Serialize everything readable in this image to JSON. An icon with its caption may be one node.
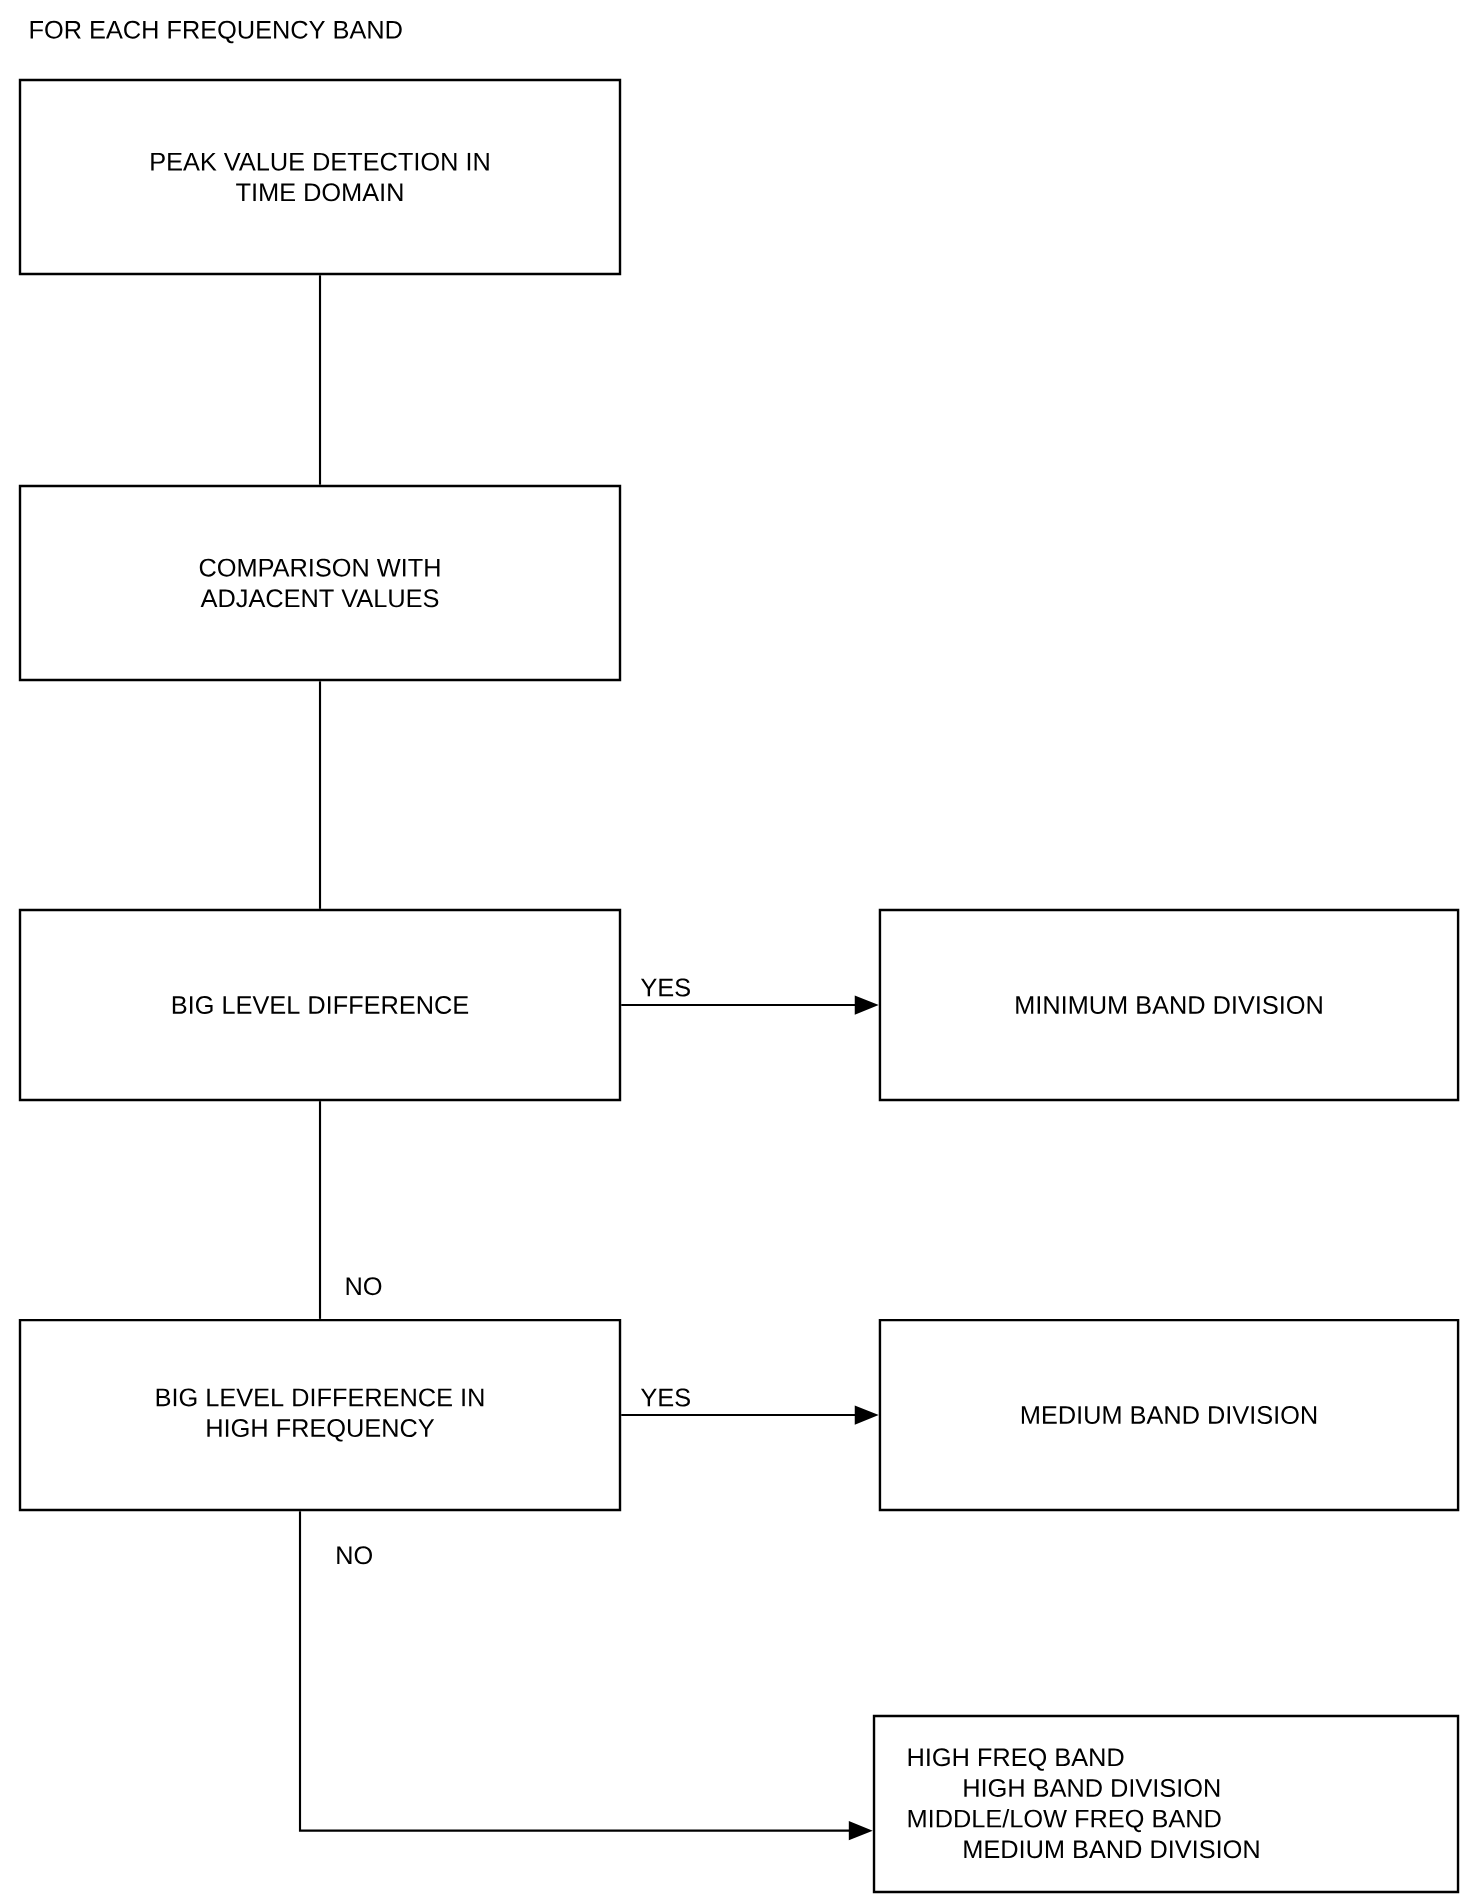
{
  "diagram": {
    "title": "FOR EACH FREQUENCY BAND",
    "nodes": [
      {
        "text": [
          "PEAK VALUE DETECTION IN TIME DOMAIN"
        ]
      },
      {
        "text": [
          "COMPARISON WITH ADJACENT VALUES"
        ]
      },
      {
        "text": [
          "BIG LEVEL DIFFERENCE"
        ]
      },
      {
        "text": [
          "MINIMUM BAND DIVISION"
        ]
      },
      {
        "text": [
          "BIG LEVEL DIFFERENCE IN HIGH FREQUENCY"
        ]
      },
      {
        "text": [
          "MEDIUM BAND DIVISION"
        ]
      },
      {
        "text": [
          "HIGH FREQ BAND",
          "HIGH BAND DIVISION",
          "MIDDLE/LOW FREQ BAND",
          "MEDIUM BAND DIVISION"
        ]
      }
    ],
    "edges": [
      {
        "from": 0,
        "to": 1,
        "arrow": "none"
      },
      {
        "from": 1,
        "to": 2,
        "arrow": "none"
      },
      {
        "from": 2,
        "to": 3,
        "arrow": "to",
        "label": "YES"
      },
      {
        "from": 2,
        "to": 4,
        "arrow": "none",
        "label": "NO"
      },
      {
        "from": 4,
        "to": 5,
        "arrow": "to",
        "label": "YES"
      },
      {
        "from": 4,
        "to": 6,
        "arrow": "to",
        "label": "NO"
      }
    ]
  }
}
